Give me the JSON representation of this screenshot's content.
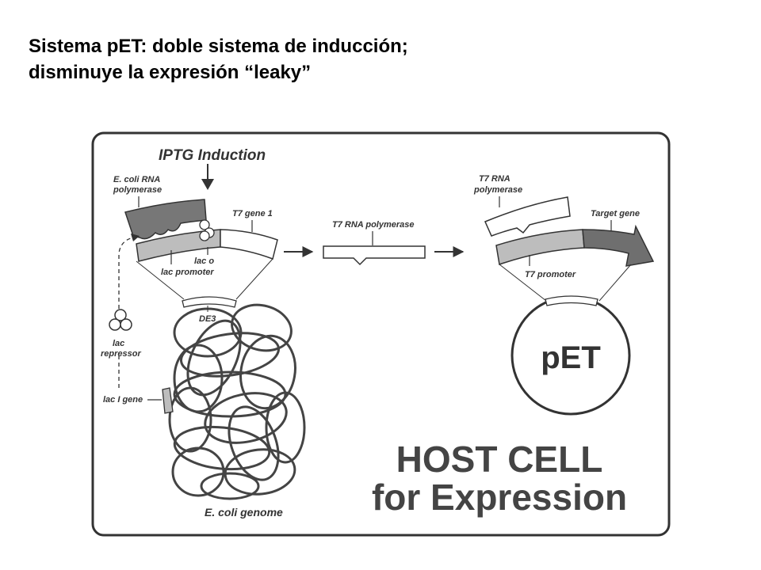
{
  "title": {
    "line1": "Sistema pET: doble sistema de inducción;",
    "line2": "disminuye la expresión “leaky”"
  },
  "diagram": {
    "induction_label": "IPTG Induction",
    "ecoli_rnap_line1": "E. coli RNA",
    "ecoli_rnap_line2": "polymerase",
    "t7_gene1": "T7 gene 1",
    "lac_o": "lac  o",
    "lac_promoter": "lac promoter",
    "de3": "DE3",
    "lac_repressor_line1": "lac",
    "lac_repressor_line2": "repressor",
    "lac_i_gene": "lac I gene",
    "ecoli_genome": "E. coli genome",
    "t7_rnap_product": "T7 RNA polymerase",
    "t7_rnap_line1": "T7 RNA",
    "t7_rnap_line2": "polymerase",
    "target_gene": "Target gene",
    "t7_promoter": "T7 promoter",
    "pet": "pET",
    "host_line1": "HOST CELL",
    "host_line2": "for Expression"
  },
  "colors": {
    "outline": "#333333",
    "dark_fill": "#777777",
    "light_fill": "#bdbdbd",
    "arrow_fill": "#6f6f6f"
  }
}
